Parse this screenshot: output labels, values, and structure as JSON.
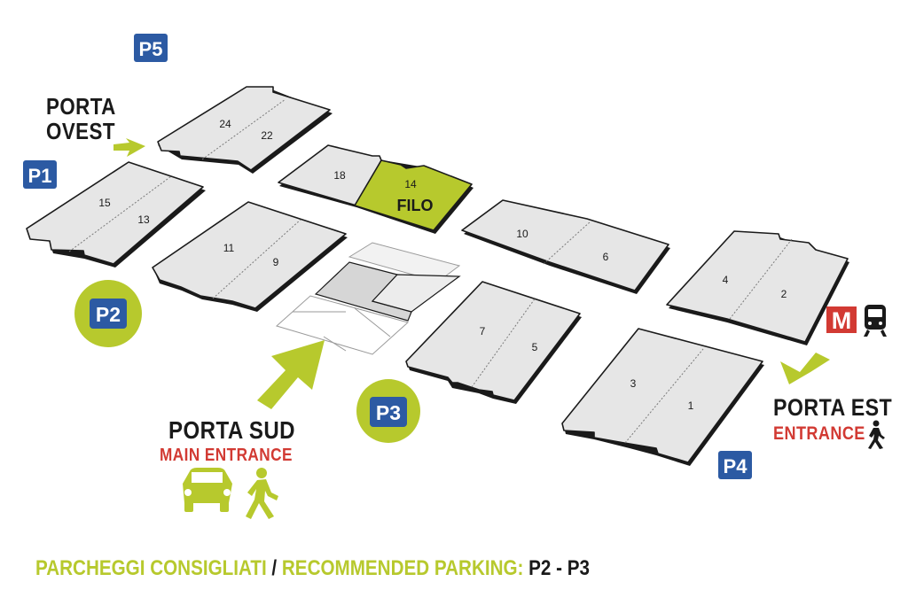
{
  "halls": [
    {
      "id": "24",
      "labels": [
        "24",
        "22"
      ]
    },
    {
      "id": "18",
      "labels": [
        "18",
        "14"
      ]
    },
    {
      "id": "15",
      "labels": [
        "15",
        "13"
      ]
    },
    {
      "id": "11",
      "labels": [
        "11",
        "9"
      ]
    },
    {
      "id": "10",
      "labels": [
        "10",
        "6"
      ]
    },
    {
      "id": "4",
      "labels": [
        "4",
        "2"
      ]
    },
    {
      "id": "7",
      "labels": [
        "7",
        "5"
      ]
    },
    {
      "id": "3",
      "labels": [
        "3",
        "1"
      ]
    }
  ],
  "highlight": {
    "label": "FILO",
    "color": "#b7c92d"
  },
  "parking": [
    "P5",
    "P1",
    "P2",
    "P3",
    "P4"
  ],
  "gates": {
    "ovest": {
      "line1": "PORTA",
      "line2": "OVEST"
    },
    "sud": {
      "name": "PORTA SUD",
      "sub": "MAIN ENTRANCE"
    },
    "est": {
      "name": "PORTA EST",
      "sub": "ENTRANCE"
    }
  },
  "metro": {
    "letter": "M"
  },
  "footer": {
    "part1": "PARCHEGGI CONSIGLIATI",
    "sep": " / ",
    "part2": "RECOMMENDED PARKING:",
    "part3": " P2 - P3"
  },
  "icons": [
    "car-icon",
    "walking-person-icon",
    "train-icon",
    "metro-icon"
  ],
  "colors": {
    "accent": "#b7c92d",
    "parking": "#2c5aa3",
    "entrance": "#d23a33",
    "hall": "#e6e6e6"
  }
}
